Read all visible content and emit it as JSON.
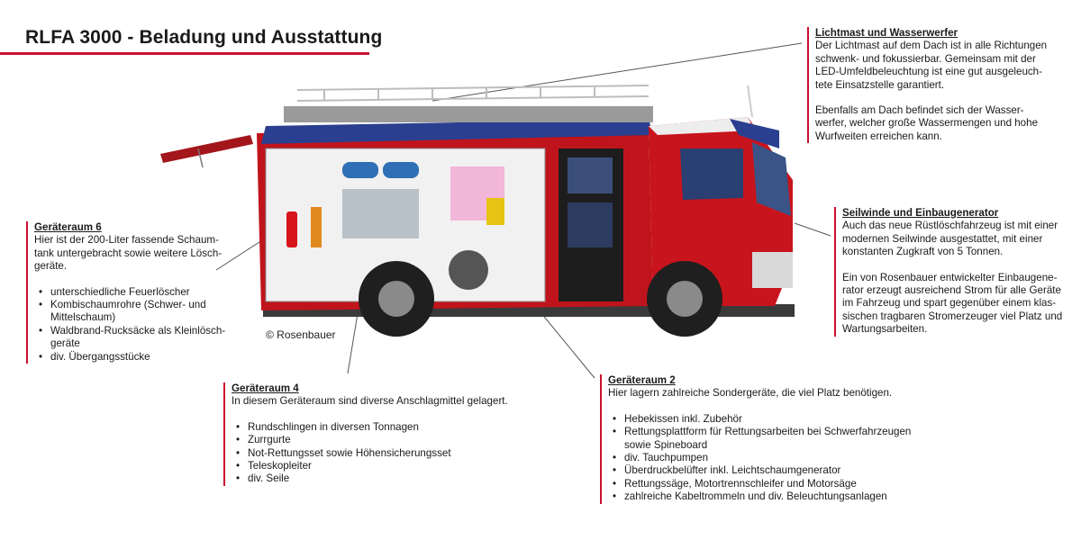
{
  "title": "RLFA 3000 - Beladung und Ausstattung",
  "copyright": "© Rosenbauer",
  "colors": {
    "accent": "#c8102e",
    "body_red": "#c0141c",
    "dark_red": "#8e0d13",
    "roof_blue": "#2a3f8f"
  },
  "lichtmast": {
    "heading": "Lichtmast und Wasserwerfer",
    "p1_lines": [
      "Der Lichtmast auf dem Dach ist in alle Richtungen",
      "schwenk- und fokussierbar. Gemeinsam mit der",
      "LED-Umfeldbeleuchtung ist eine gut ausgeleuch-",
      "tete Einsatzstelle garantiert."
    ],
    "p2_lines": [
      "Ebenfalls am Dach befindet sich der Wasser-",
      "werfer, welcher große Wassermengen und hohe",
      "Wurfweiten erreichen kann."
    ]
  },
  "seilwinde": {
    "heading": "Seilwinde und Einbaugenerator",
    "p1_lines": [
      "Auch das neue Rüstlöschfahrzeug ist mit einer",
      "modernen Seilwinde ausgestattet, mit einer",
      "konstanten Zugkraft von 5 Tonnen."
    ],
    "p2_lines": [
      "Ein von Rosenbauer entwickelter Einbaugene-",
      "rator erzeugt ausreichend Strom für alle Geräte",
      "im Fahrzeug und spart gegenüber einem klas-",
      "sischen tragbaren Stromerzeuger viel Platz und",
      "Wartungsarbeiten."
    ]
  },
  "raum6": {
    "heading": "Geräteraum 6",
    "text_lines": [
      "Hier ist der 200-Liter fassende Schaum-",
      "tank untergebracht sowie weitere Lösch-",
      "geräte."
    ],
    "items": [
      [
        "unterschiedliche Feuerlöscher"
      ],
      [
        "Kombischaumrohre (Schwer- und",
        "Mittelschaum)"
      ],
      [
        "Waldbrand-Rucksäcke als Kleinlösch-",
        "geräte"
      ],
      [
        "div. Übergangsstücke"
      ]
    ]
  },
  "raum4": {
    "heading": "Geräteraum 4",
    "text_lines": [
      "In diesem Geräteraum sind diverse Anschlagmittel gelagert."
    ],
    "items": [
      [
        "Rundschlingen in diversen Tonnagen"
      ],
      [
        "Zurrgurte"
      ],
      [
        "Not-Rettungsset sowie Höhensicherungsset"
      ],
      [
        "Teleskopleiter"
      ],
      [
        "div. Seile"
      ]
    ]
  },
  "raum2": {
    "heading": "Geräteraum 2",
    "text_lines": [
      "Hier lagern zahlreiche Sondergeräte, die viel Platz benötigen."
    ],
    "items": [
      [
        "Hebekissen inkl. Zubehör"
      ],
      [
        "Rettungsplattform für Rettungsarbeiten bei Schwerfahrzeugen",
        "sowie Spineboard"
      ],
      [
        "div. Tauchpumpen"
      ],
      [
        "Überdruckbelüfter inkl. Leichtschaumgenerator"
      ],
      [
        "Rettungssäge, Motortrennschleifer und Motorsäge"
      ],
      [
        "zahlreiche Kabeltrommeln und div. Beleuchtungsanlagen"
      ]
    ]
  }
}
